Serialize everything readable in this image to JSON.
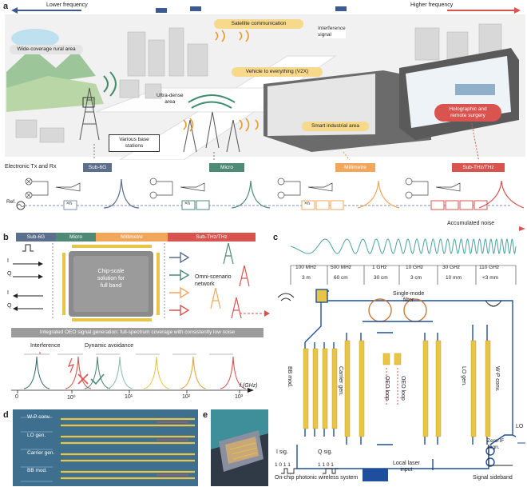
{
  "panel_a": {
    "letter": "a",
    "lower_frequency": "Lower frequency",
    "higher_frequency": "Higher frequency",
    "satellite": "Satellite communication",
    "interference": "Interference\nsignal",
    "rural": "Wide-coverage rural area",
    "v2x": "Vehicle to everything (V2X)",
    "ultra_dense": "Ultra-dense\narea",
    "industrial": "Smart industrial area",
    "surgery": "Holographic and\nremote surgery",
    "base_stations": "Various base\nstations",
    "tx_rx": "Electronic Tx and Rx",
    "bands": [
      "Sub-6G",
      "Micro",
      "Millimetre",
      "Sub-THz/THz"
    ],
    "ref": "Ref.",
    "mult_1": "×n",
    "mult_2": "×n",
    "mult_3": "×n",
    "accumulated_noise": "Accumulated noise"
  },
  "panel_b": {
    "letter": "b",
    "bands": [
      "Sub-6G",
      "Micro",
      "Millimetre",
      "Sub-THz/THz"
    ],
    "chip_text": "Chip-scale\nsolution for\nfull band",
    "omni": "Omni-scenario\nnetwork",
    "io_labels": [
      "I",
      "Q",
      "I",
      "Q"
    ],
    "banner": "Integrated OEO signal generation: full-spectrum coverage with consistently low noise",
    "interference": "Interference",
    "dynamic": "Dynamic avoidance",
    "axis_label": "f (GHz)",
    "axis_ticks": [
      "0",
      "10⁰",
      "10¹",
      "10²",
      "10³"
    ]
  },
  "panel_c": {
    "letter": "c",
    "freq": [
      "100 MHz",
      "500 MHz",
      "1 GHz",
      "10 GHz",
      "30 GHz",
      "110 GHz"
    ],
    "wavelength": [
      "3 m",
      "60 cm",
      "30 cm",
      "3 cm",
      "10 mm",
      "<3 mm"
    ],
    "single_mode": "Single-mode\nfilter",
    "bb_mod": "BB mod.",
    "carrier_gen": "Carrier gen.",
    "oeo_loop_1": "OEO loop",
    "oeo_loop_2": "OEO loop",
    "lo_gen": "LO gen.",
    "wp_conv": "W-P conv.",
    "lo": "LO",
    "i_sig": "I sig.",
    "q_sig": "Q sig.",
    "i_bits": "1 0 1 1",
    "q_bits": "1 1 0 1",
    "zero_if": "Zero-IF\nalign.",
    "signal_sideband": "Signal sideband",
    "on_chip": "On-chip photonic wireless system",
    "laser": "Local laser\ninput"
  },
  "panel_d": {
    "letter": "d",
    "labels": [
      "W-P conv.",
      "LO gen.",
      "Carrier gen.",
      "BB mod."
    ]
  },
  "panel_e": {
    "letter": "e"
  }
}
